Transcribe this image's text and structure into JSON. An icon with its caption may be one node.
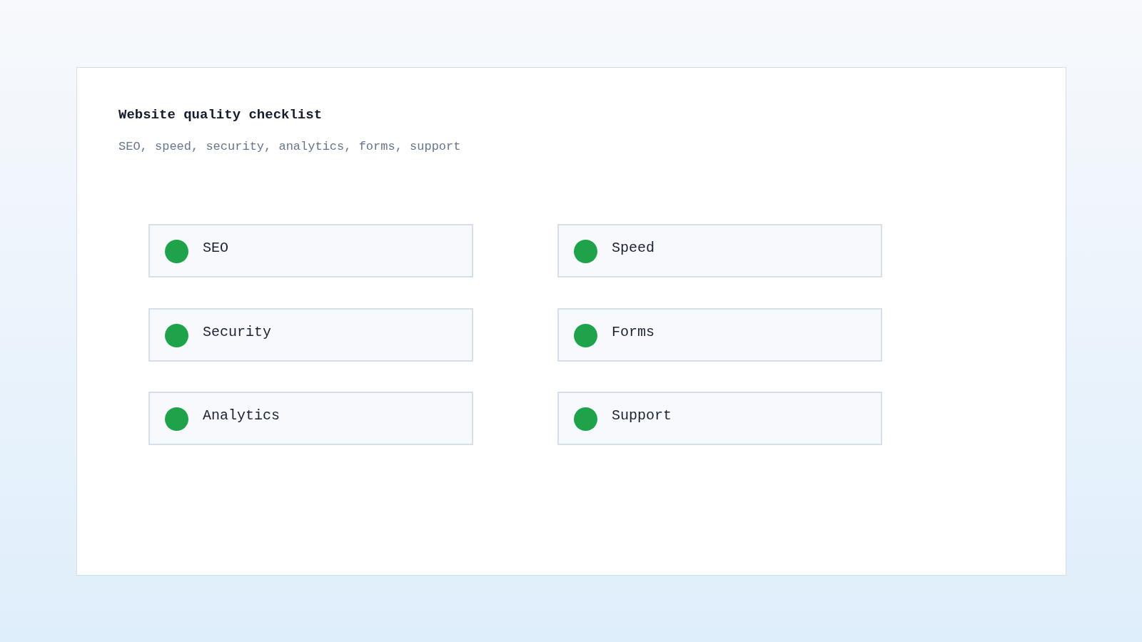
{
  "diagram": {
    "title": "Website quality checklist",
    "nodes": [
      {
        "text": [
          "SEO"
        ]
      },
      {
        "text": [
          "Speed"
        ]
      },
      {
        "text": [
          "Security"
        ]
      },
      {
        "text": [
          "Forms"
        ]
      },
      {
        "text": [
          "Analytics"
        ]
      },
      {
        "text": [
          "Support"
        ]
      }
    ],
    "labels": [
      "SEO, speed, security, analytics, forms, support"
    ]
  }
}
